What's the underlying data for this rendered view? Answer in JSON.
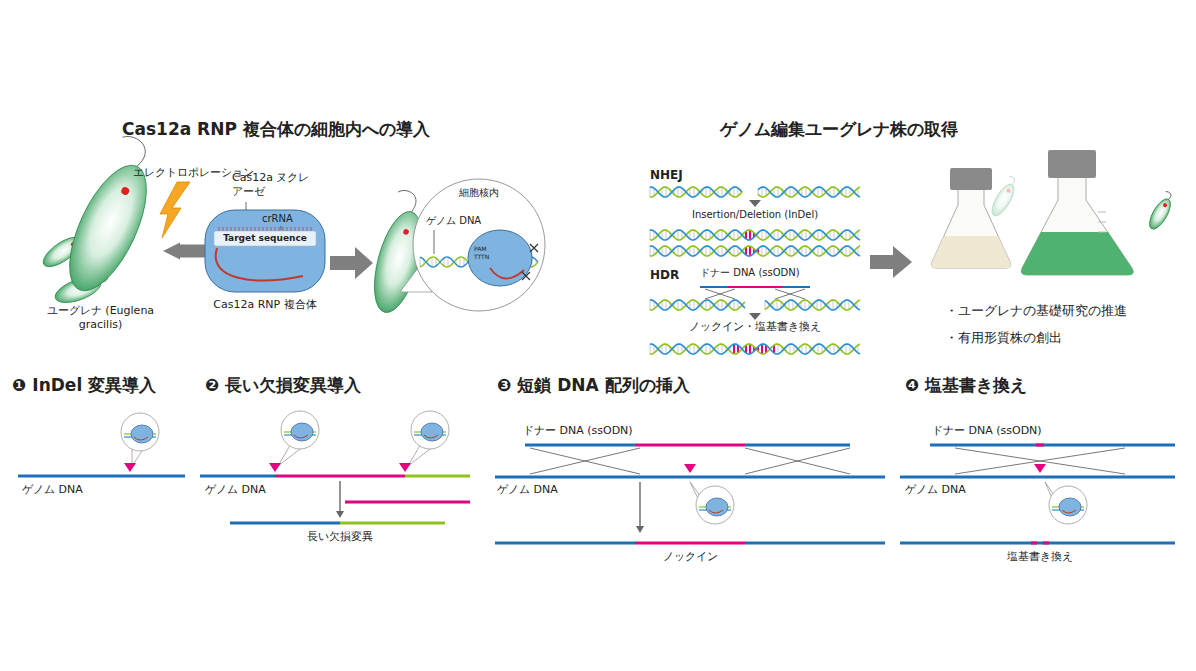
{
  "diagram": {
    "nodes": [
      {
        "text": [
          "ユーグレナ (Euglena gracilis)"
        ]
      },
      {
        "text": [
          "Target sequence",
          "Cas12a RNP 複合体"
        ]
      },
      {
        "text": [
          "細胞核内",
          "ゲノム DNA"
        ]
      }
    ],
    "edges": [
      {
        "from": 1,
        "to": 0,
        "arrow": "to"
      }
    ],
    "labels": [
      "Cas12a RNP 複合体の細胞内への導入",
      "エレクトロポレーション",
      "Cas12a ヌクレアーゼ",
      "crRNA",
      "PAM",
      "TTTN",
      "ゲノム編集ユーグレナ株の取得",
      "NHEJ",
      "Insertion/Deletion (InDel)",
      "HDR",
      "ドナー DNA (ssODN)",
      "ノックイン・塩基書き換え",
      "・ユーグレナの基礎研究の推進",
      "・有用形質株の創出",
      "❶ InDel 変異導入",
      "ゲノム DNA",
      "❷ 長い欠損変異導入",
      "ゲノム DNA",
      "長い欠損変異",
      "❸ 短鎖 DNA 配列の挿入",
      "ドナー DNA (ssODN)",
      "ゲノム DNA",
      "ノックイン",
      "❹ 塩基書き換え",
      "ドナー DNA (ssODN)",
      "ゲノム DNA",
      "塩基書き換え"
    ]
  }
}
